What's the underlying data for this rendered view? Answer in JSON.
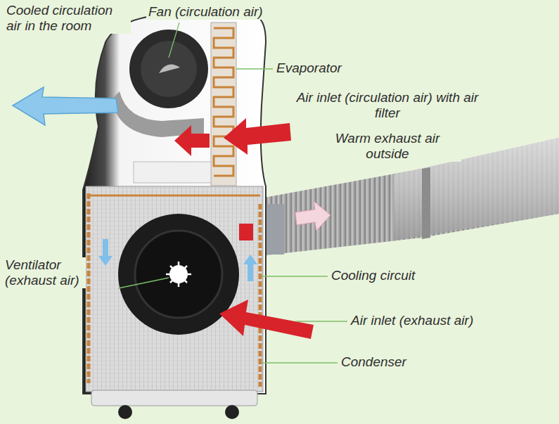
{
  "diagram": {
    "labels": [
      "Cooled circulation air in the room",
      "Fan (circulation air)",
      "Evaporator",
      "Air inlet (circulation air) with air filter",
      "Warm exhaust air outside",
      "Ventilator (exhaust air)",
      "Cooling circuit",
      "Air inlet (exhaust air)",
      "Condenser"
    ]
  }
}
